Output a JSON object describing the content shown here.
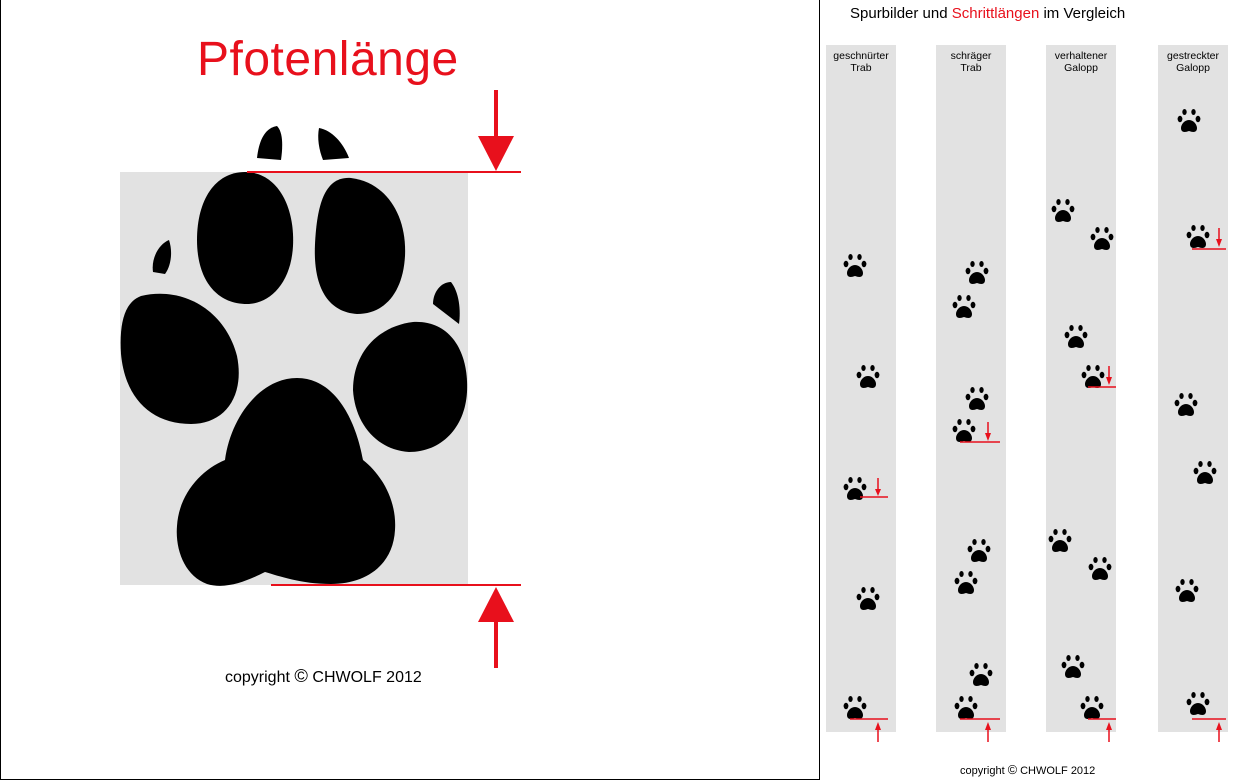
{
  "left_diagram": {
    "title": "Pfotenlänge",
    "copyright_prefix": "copyright",
    "copyright_symbol": "©",
    "copyright_text": "CHWOLF 2012"
  },
  "right_diagram": {
    "title_part1": "Spurbilder und ",
    "title_highlight": "Schrittlängen",
    "title_part2": " im Vergleich",
    "copyright_prefix": "copyright",
    "copyright_symbol": "©",
    "copyright_text": "CHWOLF 2012",
    "columns": [
      {
        "label_line1": "geschnürter",
        "label_line2": "Trab"
      },
      {
        "label_line1": "schräger",
        "label_line2": "Trab"
      },
      {
        "label_line1": "verhaltener",
        "label_line2": "Galopp"
      },
      {
        "label_line1": "gestreckter",
        "label_line2": "Galopp"
      }
    ]
  },
  "colors": {
    "accent": "#e8101c",
    "track_bg": "#e2e2e2",
    "paw": "#000000"
  }
}
